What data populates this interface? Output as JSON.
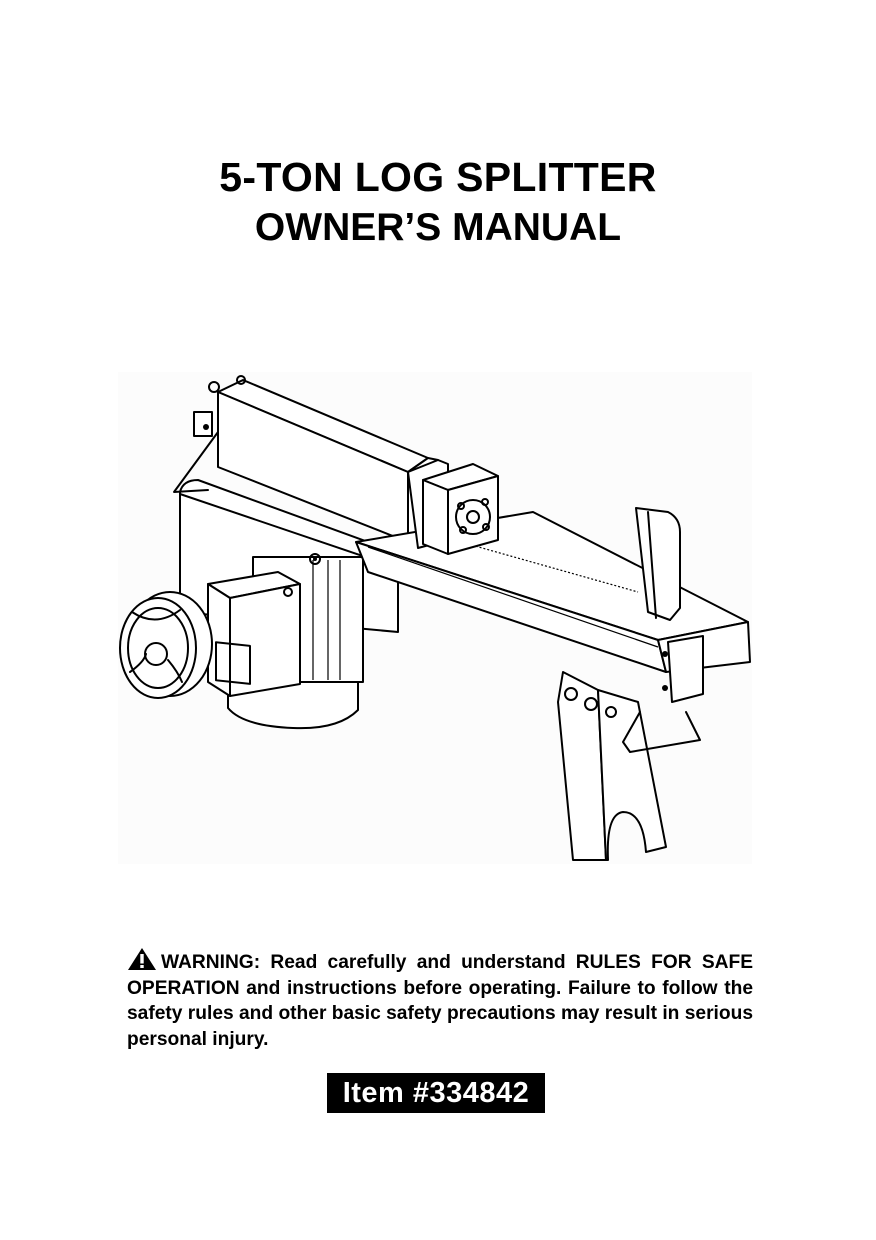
{
  "document": {
    "title": "5-TON LOG SPLITTER",
    "subtitle": "OWNER’S MANUAL",
    "illustration": {
      "subject": "log-splitter-line-drawing",
      "background": "#fcfcfc"
    },
    "warning": {
      "icon": "warning-triangle-icon",
      "label": "WARNING:",
      "text": " Read carefully and understand RULES FOR SAFE OPERATION and instructions before operating. Failure to follow the safety rules and other basic safety precautions may result in serious personal injury."
    },
    "item_number": "Item #334842",
    "colors": {
      "text": "#000000",
      "page_background": "#ffffff",
      "item_box_background": "#000000",
      "item_box_text": "#ffffff"
    }
  }
}
